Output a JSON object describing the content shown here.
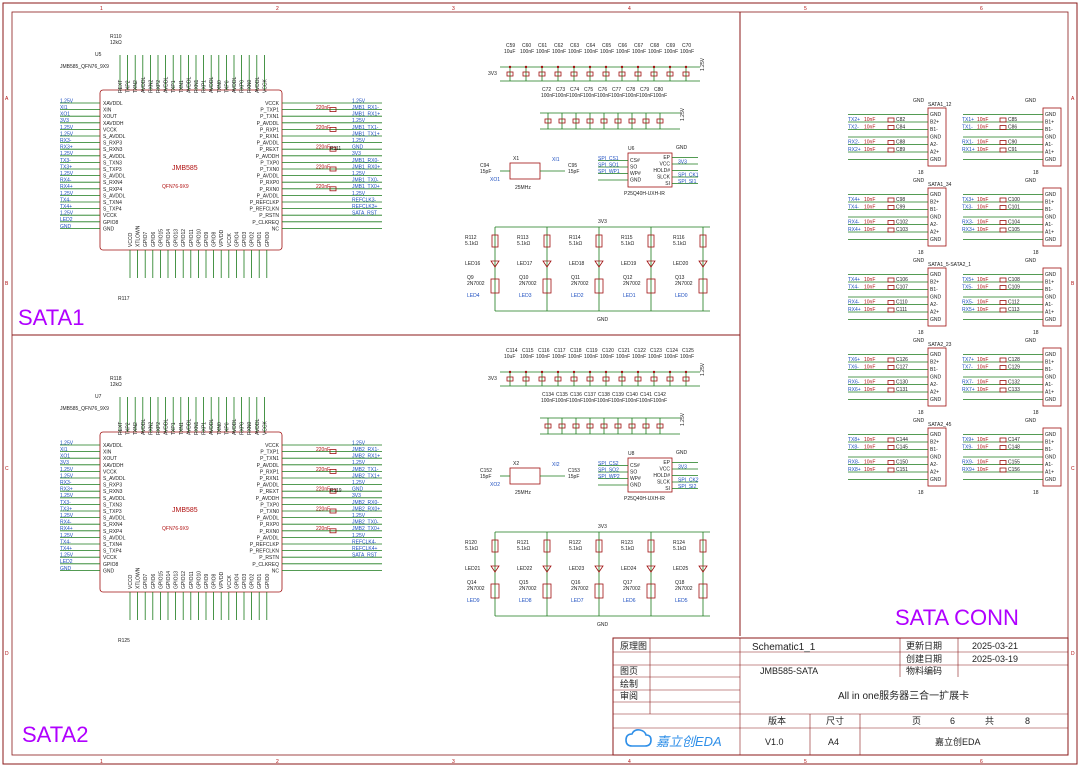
{
  "sections": {
    "sata1": "SATA1",
    "sata2": "SATA2",
    "conn": "SATA CONN"
  },
  "chip": {
    "name": "JMB585",
    "package": "QFN76-9X9",
    "u5": "U5",
    "u7": "U7",
    "pkg_label": "JMB585_QFN76_9X9",
    "r110": "R110",
    "r110v": "12kΩ",
    "r118": "R118",
    "r118v": "12kΩ",
    "r117": "R117",
    "r125": "R125",
    "r111": "R111",
    "r119": "R119"
  },
  "chip_pins_left": [
    "XAVDDL",
    "XIN",
    "XOUT",
    "XAVDDH",
    "VCCK",
    "S_AVDDL",
    "S_RXP3",
    "S_RXN3",
    "S_AVDDL",
    "S_TXN3",
    "S_TXP3",
    "S_AVDDL",
    "S_RXN4",
    "S_RXP4",
    "S_AVDDL",
    "S_TXN4",
    "S_TXP4",
    "VCCK",
    "GPIO8",
    "GND"
  ],
  "chip_pins_right": [
    "VCCK",
    "P_TXP1",
    "P_TXN1",
    "P_AVDDL",
    "P_RXP1",
    "P_RXN1",
    "P_AVDDL",
    "P_REXT",
    "P_AVDDH",
    "P_TXP0",
    "P_TXN0",
    "P_AVDDL",
    "P_RXP0",
    "P_RXN0",
    "P_AVDDL",
    "P_REFCLKP",
    "P_REFCLKN",
    "P_RSTN",
    "P_CLKREQ",
    "NC"
  ],
  "chip_nets_left": [
    "1.25V",
    "XI1",
    "XO1",
    "3V3",
    "1.25V",
    "1.25V",
    "RX3-",
    "RX3+",
    "1.25V",
    "TX3-",
    "TX3+",
    "1.25V",
    "RX4-",
    "RX4+",
    "1.25V",
    "TX4-",
    "TX4+",
    "1.25V",
    "LED2",
    "GND"
  ],
  "chip_nets_right1": [
    "1.25V",
    "JMB1_RX1-",
    "JMB1_RX1+",
    "1.25V",
    "JMB1_TX1-",
    "JMB1_TX1+",
    "1.25V",
    "GND",
    "3V3",
    "JMB1_RX0-",
    "JMB1_RX0+",
    "1.25V",
    "JMB1_TX0-",
    "JMB1_TX0+",
    "1.25V",
    "REFCLK3-",
    "REFCLK3+",
    "SATA_RST",
    "",
    ""
  ],
  "chip_nets_right2": [
    "1.25V",
    "JMB2_RX1-",
    "JMB2_RX1+",
    "1.25V",
    "JMB2_TX1-",
    "JMB2_TX1+",
    "1.25V",
    "GND",
    "3V3",
    "JMB2_RX0-",
    "JMB2_RX0+",
    "1.25V",
    "JMB2_TX0-",
    "JMB2_TX0+",
    "1.25V",
    "REFCLK4-",
    "REFCLK4+",
    "SATA_RST",
    "",
    ""
  ],
  "chip_pins_top": [
    "REXT",
    "TXP2",
    "TXN2",
    "AVDDL",
    "RXN2",
    "RXP2",
    "AVDDL",
    "TXP1",
    "TXN1",
    "AVDDL",
    "RXN1",
    "RXP1",
    "AVDDL",
    "TXN0",
    "TXP0",
    "AVDDL",
    "RXP0",
    "RXN0",
    "AVDDL",
    "VCCK"
  ],
  "chip_pins_bottom": [
    "VCCO",
    "XTLOWN",
    "GPIO7",
    "GPIO6",
    "GPIO15",
    "GPIO14",
    "GPIO13",
    "GPIO12",
    "GPIO11",
    "GPIO10",
    "GPIO9",
    "GPIO8",
    "VPVDD",
    "VCCK",
    "GPIO4",
    "GPIO3",
    "GPIO2",
    "GPIO1",
    "GPIO0"
  ],
  "decoupling_top1": [
    "C59",
    "C60",
    "C61",
    "C62",
    "C63",
    "C64",
    "C65",
    "C66",
    "C67",
    "C68",
    "C69",
    "C70"
  ],
  "decoupling_top2": [
    "C114",
    "C115",
    "C116",
    "C117",
    "C118",
    "C119",
    "C120",
    "C121",
    "C122",
    "C123",
    "C124",
    "C125"
  ],
  "decoupling_row2_1": [
    "C72",
    "C73",
    "C74",
    "C75",
    "C76",
    "C77",
    "C78",
    "C79",
    "C80"
  ],
  "decoupling_row2_2": [
    "C134",
    "C135",
    "C136",
    "C137",
    "C138",
    "C139",
    "C140",
    "C141",
    "C142"
  ],
  "cap_val": "100nF",
  "cap_val2": "10uF",
  "net_3v3": "3V3",
  "net_125": "1.25V",
  "net_gnd": "GND",
  "flash": {
    "u6": "U6",
    "u8": "U8",
    "part": "P25Q40H-UXH-IR",
    "pins_left": [
      "CS#",
      "SO",
      "WP#",
      "GND"
    ],
    "pins_right": [
      "EP",
      "VCC",
      "HOLD#",
      "SLCK",
      "SI"
    ],
    "nets_left1": [
      "SPI_CS1",
      "SPI_SO1",
      "SPI_WP1",
      ""
    ],
    "nets_right1": [
      "",
      "3V3",
      "",
      "SPI_CK1",
      "SPI_SI1"
    ],
    "nets_left2": [
      "SPI_CS2",
      "SPI_SO2",
      "SPI_WP2",
      ""
    ],
    "nets_right2": [
      "",
      "3V3",
      "",
      "SPI_CK2",
      "SPI_SI2"
    ]
  },
  "crystal": {
    "x1": "X1",
    "x2": "X2",
    "freq": "25MHz",
    "c_a1": "C94",
    "c_b1": "C95",
    "c_a2": "C152",
    "c_b2": "C153",
    "cv": "15pF",
    "xo1": "XO1",
    "xi1": "XI1",
    "xo2": "XO2",
    "xi2": "XI2"
  },
  "leds1": [
    {
      "r": "R112",
      "led": "LED16",
      "q": "Q9",
      "net": "LED4"
    },
    {
      "r": "R113",
      "led": "LED17",
      "q": "Q10",
      "net": "LED3"
    },
    {
      "r": "R114",
      "led": "LED18",
      "q": "Q11",
      "net": "LED2"
    },
    {
      "r": "R115",
      "led": "LED19",
      "q": "Q12",
      "net": "LED1"
    },
    {
      "r": "R116",
      "led": "LED20",
      "q": "Q13",
      "net": "LED0"
    }
  ],
  "leds2": [
    {
      "r": "R120",
      "led": "LED21",
      "q": "Q14",
      "net": "LED9"
    },
    {
      "r": "R121",
      "led": "LED22",
      "q": "Q15",
      "net": "LED8"
    },
    {
      "r": "R122",
      "led": "LED23",
      "q": "Q16",
      "net": "LED7"
    },
    {
      "r": "R123",
      "led": "LED24",
      "q": "Q17",
      "net": "LED6"
    },
    {
      "r": "R124",
      "led": "LED25",
      "q": "Q18",
      "net": "LED5"
    }
  ],
  "led_r_val": "5.1kΩ",
  "mosfet": "2N7002",
  "connectors": [
    {
      "name": "SATA1_12",
      "num": "18",
      "left_nets": [
        "TX2+",
        "TX2-",
        "RX2-",
        "RX2+"
      ],
      "right_nets": [
        "TX1+",
        "TX1-",
        "RX1-",
        "RX1+"
      ],
      "lcaps": [
        "C82",
        "C84",
        "C88",
        "C89"
      ],
      "rcaps": [
        "C85",
        "C86",
        "C90",
        "C91"
      ]
    },
    {
      "name": "SATA1_34",
      "num": "18",
      "left_nets": [
        "TX4+",
        "TX4-",
        "RX4-",
        "RX4+"
      ],
      "right_nets": [
        "TX3+",
        "TX3-",
        "RX3-",
        "RX3+"
      ],
      "lcaps": [
        "C98",
        "C99",
        "C102",
        "C103"
      ],
      "rcaps": [
        "C100",
        "C101",
        "C104",
        "C105"
      ]
    },
    {
      "name": "SATA1_5-SATA2_1",
      "num": "18",
      "left_nets": [
        "TX4+",
        "TX4-",
        "RX4-",
        "RX4+"
      ],
      "right_nets": [
        "TX5+",
        "TX5-",
        "RX5-",
        "RX5+"
      ],
      "lcaps": [
        "C106",
        "C107",
        "C110",
        "C111"
      ],
      "rcaps": [
        "C108",
        "C109",
        "C112",
        "C113"
      ]
    },
    {
      "name": "SATA2_23",
      "num": "18",
      "left_nets": [
        "TX6+",
        "TX6-",
        "RX6-",
        "RX6+"
      ],
      "right_nets": [
        "TX7+",
        "TX7-",
        "RX7-",
        "RX7+"
      ],
      "lcaps": [
        "C126",
        "C127",
        "C130",
        "C131"
      ],
      "rcaps": [
        "C128",
        "C129",
        "C132",
        "C133"
      ]
    },
    {
      "name": "SATA2_45",
      "num": "18",
      "left_nets": [
        "TX8+",
        "TX8-",
        "RX8-",
        "RX8+"
      ],
      "right_nets": [
        "TX9+",
        "TX9-",
        "RX9-",
        "RX9+"
      ],
      "lcaps": [
        "C144",
        "C145",
        "C150",
        "C151"
      ],
      "rcaps": [
        "C147",
        "C148",
        "C155",
        "C156"
      ]
    }
  ],
  "conn_pins": [
    "GND",
    "B2+",
    "B1-",
    "GND",
    "A2-",
    "A2+",
    "GND"
  ],
  "conn_pins_r": [
    "GND",
    "B1+",
    "B1-",
    "GND",
    "A1-",
    "A1+",
    "GND"
  ],
  "conn_cap_val": "10nF",
  "title_block": {
    "label_sch": "原理图",
    "label_page": "图页",
    "label_draw": "绘制",
    "label_review": "审阅",
    "schematic": "Schematic1_1",
    "page_name": "JMB585-SATA",
    "label_update": "更新日期",
    "label_create": "创建日期",
    "label_material": "物料编码",
    "update_date": "2025-03-21",
    "create_date": "2025-03-19",
    "project": "All in one服务器三合一扩展卡",
    "label_version": "版本",
    "label_size": "尺寸",
    "label_pg": "页",
    "label_total": "共",
    "version": "V1.0",
    "size": "A4",
    "page": "6",
    "total": "8",
    "brand": "嘉立创EDA",
    "logo": "嘉立创EDA"
  },
  "grid_cols": [
    "1",
    "2",
    "3",
    "4",
    "5",
    "6"
  ],
  "grid_rows": [
    "A",
    "B",
    "C",
    "D"
  ]
}
